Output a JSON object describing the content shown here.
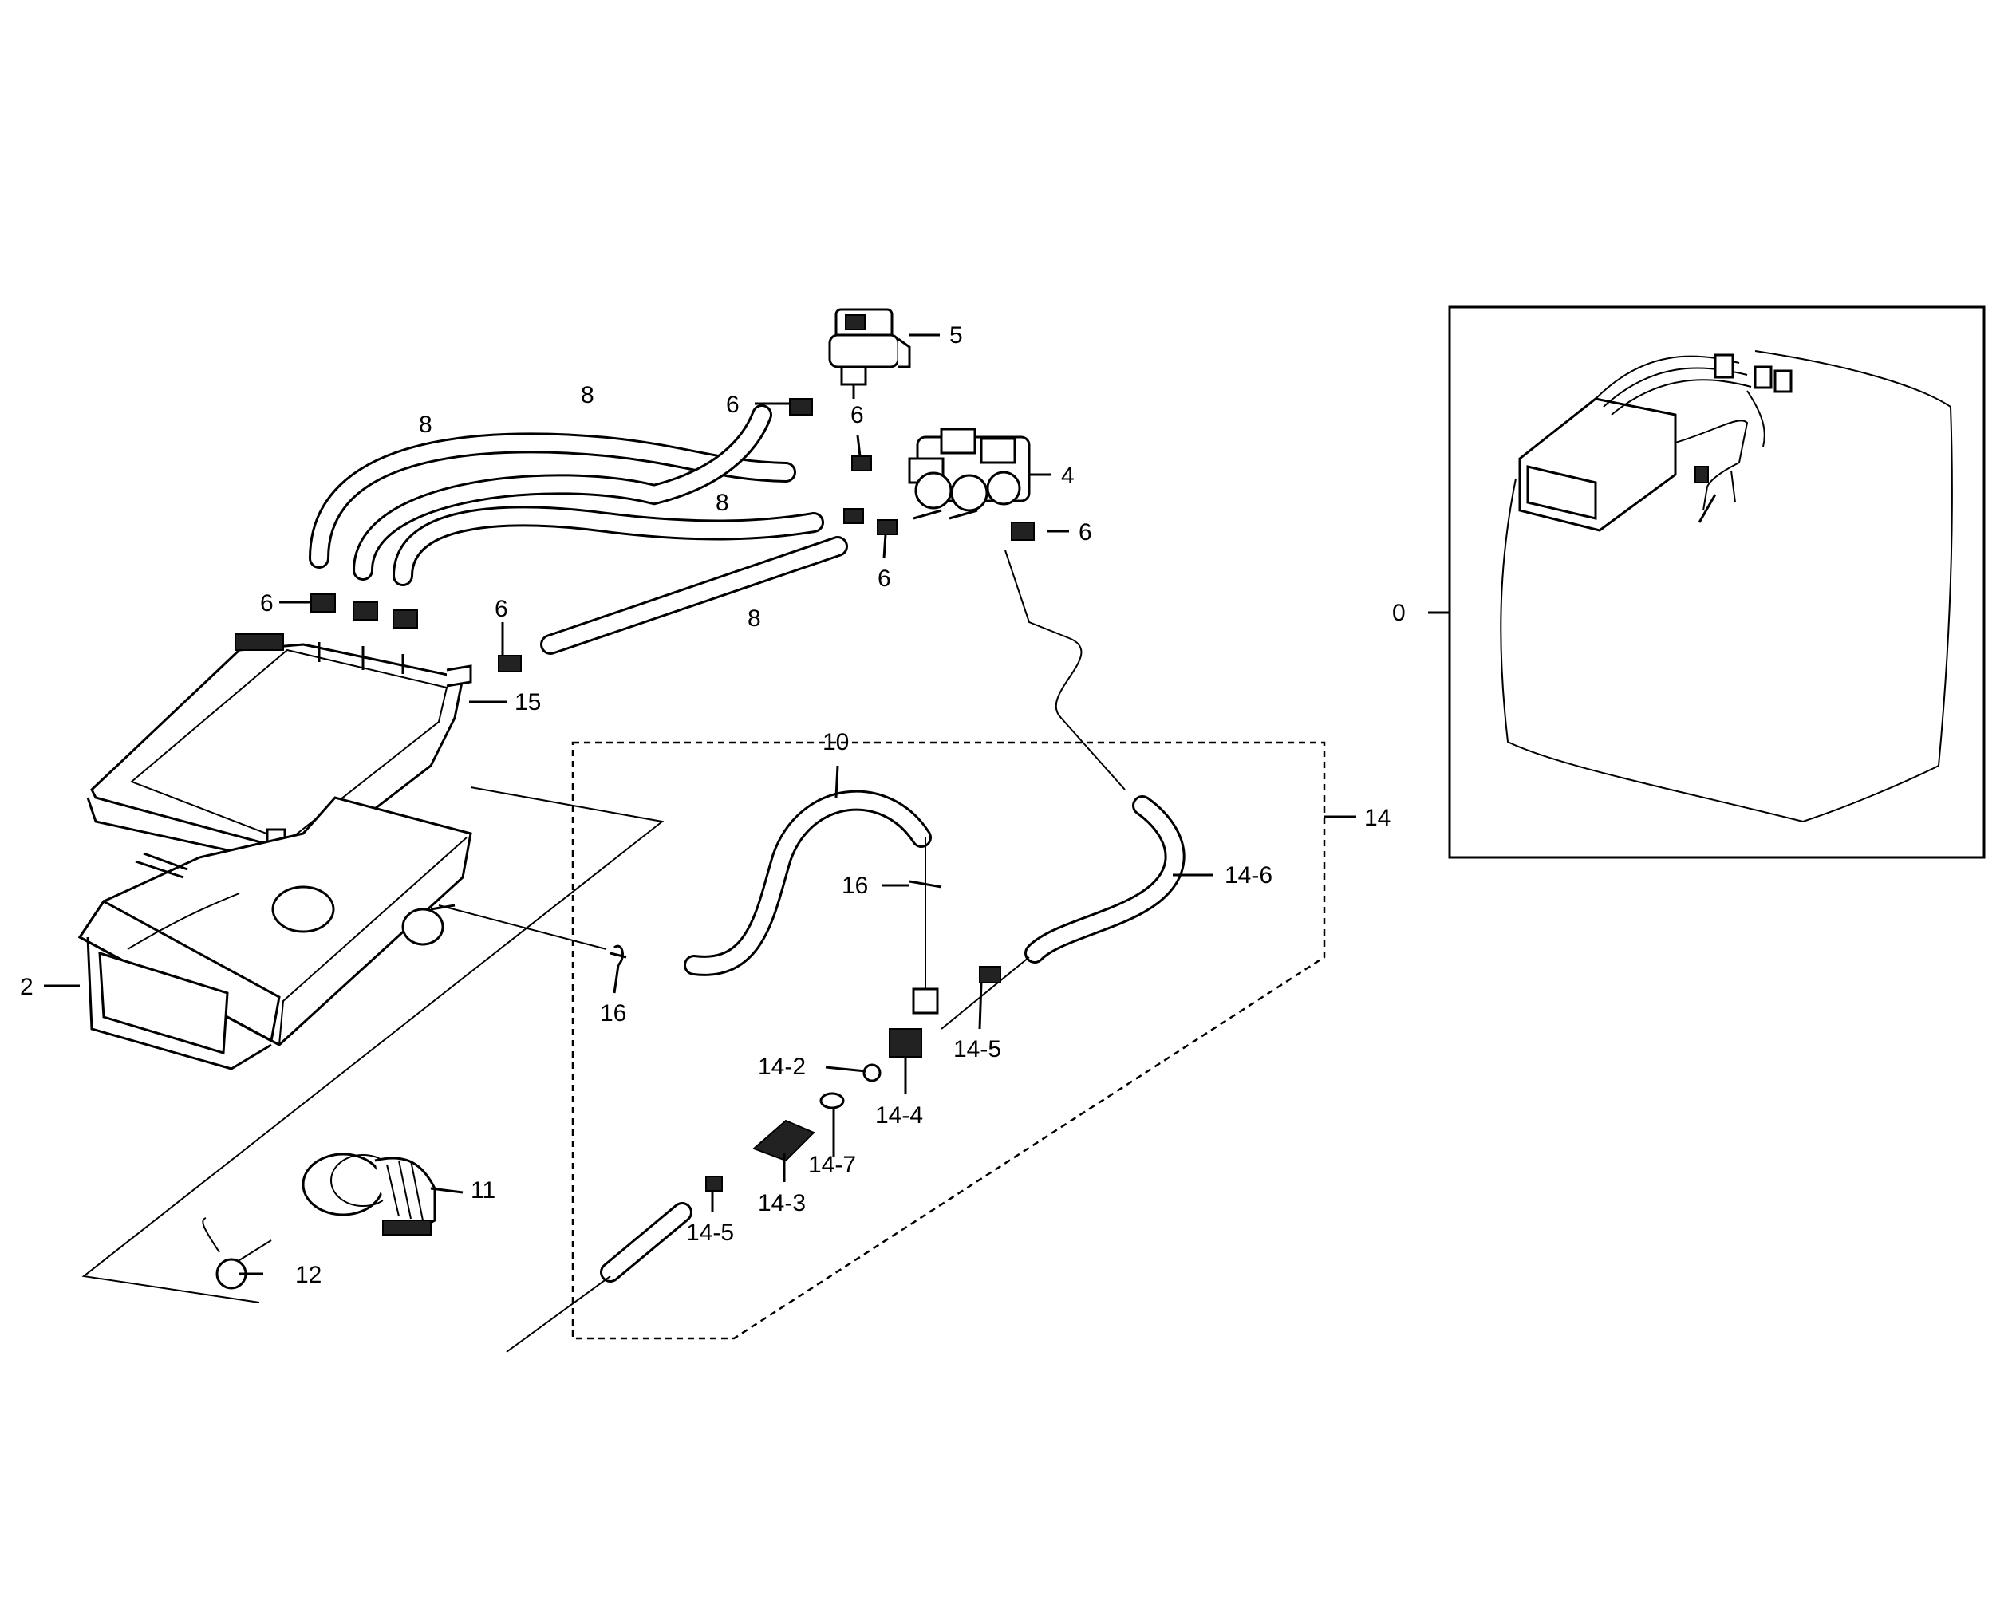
{
  "callouts": [
    {
      "id": "5",
      "text": "5"
    },
    {
      "id": "8a",
      "text": "8"
    },
    {
      "id": "8b",
      "text": "8"
    },
    {
      "id": "8c",
      "text": "8"
    },
    {
      "id": "8d",
      "text": "8"
    },
    {
      "id": "6a",
      "text": "6"
    },
    {
      "id": "6b",
      "text": "6"
    },
    {
      "id": "6c",
      "text": "6"
    },
    {
      "id": "6d",
      "text": "6"
    },
    {
      "id": "6e",
      "text": "6"
    },
    {
      "id": "6f",
      "text": "6"
    },
    {
      "id": "4",
      "text": "4"
    },
    {
      "id": "15",
      "text": "15"
    },
    {
      "id": "10",
      "text": "10"
    },
    {
      "id": "14",
      "text": "14"
    },
    {
      "id": "14-6",
      "text": "14-6"
    },
    {
      "id": "16a",
      "text": "16"
    },
    {
      "id": "16b",
      "text": "16"
    },
    {
      "id": "2",
      "text": "2"
    },
    {
      "id": "14-5a",
      "text": "14-5"
    },
    {
      "id": "14-2",
      "text": "14-2"
    },
    {
      "id": "14-4",
      "text": "14-4"
    },
    {
      "id": "14-7",
      "text": "14-7"
    },
    {
      "id": "14-3",
      "text": "14-3"
    },
    {
      "id": "14-5b",
      "text": "14-5"
    },
    {
      "id": "11",
      "text": "11"
    },
    {
      "id": "12",
      "text": "12"
    },
    {
      "id": "0",
      "text": "0"
    }
  ]
}
